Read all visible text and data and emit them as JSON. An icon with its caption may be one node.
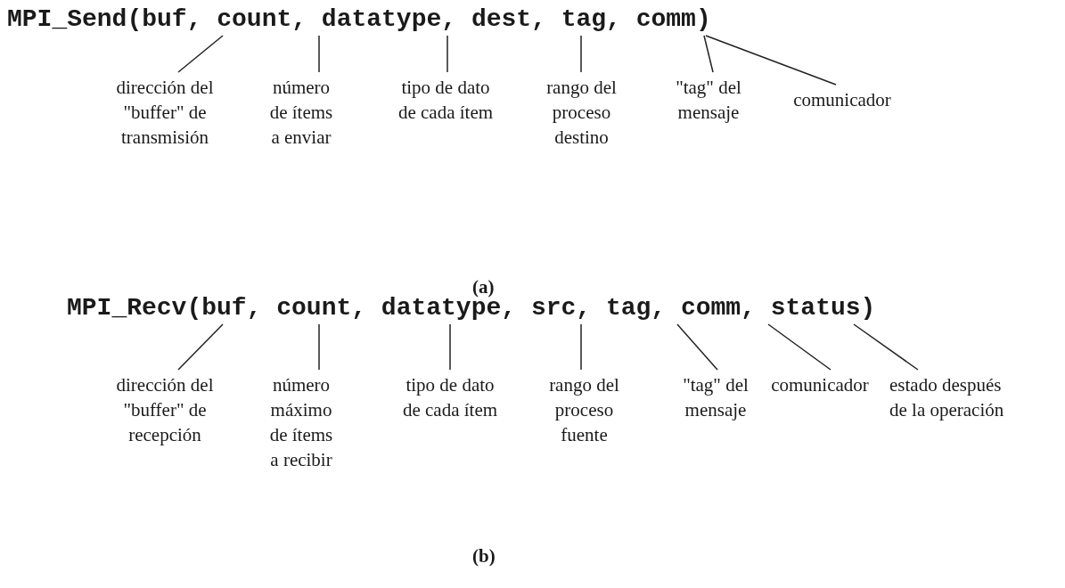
{
  "diagram": {
    "nodes": [
      {
        "text": [
          "MPI_Send(buf, count, datatype, dest, tag, comm)"
        ]
      },
      {
        "text": [
          "dirección del \"buffer\" de transmisión"
        ]
      },
      {
        "text": [
          "número de ítems a enviar"
        ]
      },
      {
        "text": [
          "tipo de dato de cada ítem"
        ]
      },
      {
        "text": [
          "rango del proceso destino"
        ]
      },
      {
        "text": [
          "\"tag\" del mensaje"
        ]
      },
      {
        "text": [
          "comunicador"
        ]
      },
      {
        "text": [
          "MPI_Recv(buf, count, datatype, src, tag, comm, status)"
        ]
      },
      {
        "text": [
          "dirección del \"buffer\" de recepción"
        ]
      },
      {
        "text": [
          "número máximo de ítems a recibir"
        ]
      },
      {
        "text": [
          "tipo de dato de cada ítem"
        ]
      },
      {
        "text": [
          "rango del proceso fuente"
        ]
      },
      {
        "text": [
          "\"tag\" del mensaje"
        ]
      },
      {
        "text": [
          "comunicador"
        ]
      },
      {
        "text": [
          "estado después de la operación"
        ]
      }
    ],
    "edges": [
      {
        "from": 1,
        "to": 0,
        "arrow": "none"
      },
      {
        "from": 2,
        "to": 0,
        "arrow": "none"
      },
      {
        "from": 3,
        "to": 0,
        "arrow": "none"
      },
      {
        "from": 4,
        "to": 0,
        "arrow": "none"
      },
      {
        "from": 5,
        "to": 0,
        "arrow": "none"
      },
      {
        "from": 6,
        "to": 0,
        "arrow": "none"
      },
      {
        "from": 8,
        "to": 7,
        "arrow": "none"
      },
      {
        "from": 9,
        "to": 7,
        "arrow": "none"
      },
      {
        "from": 10,
        "to": 7,
        "arrow": "none"
      },
      {
        "from": 11,
        "to": 7,
        "arrow": "none"
      },
      {
        "from": 12,
        "to": 7,
        "arrow": "none"
      },
      {
        "from": 13,
        "to": 7,
        "arrow": "none"
      },
      {
        "from": 14,
        "to": 7,
        "arrow": "none"
      }
    ],
    "labels": [
      "(a)",
      "(b)"
    ]
  }
}
